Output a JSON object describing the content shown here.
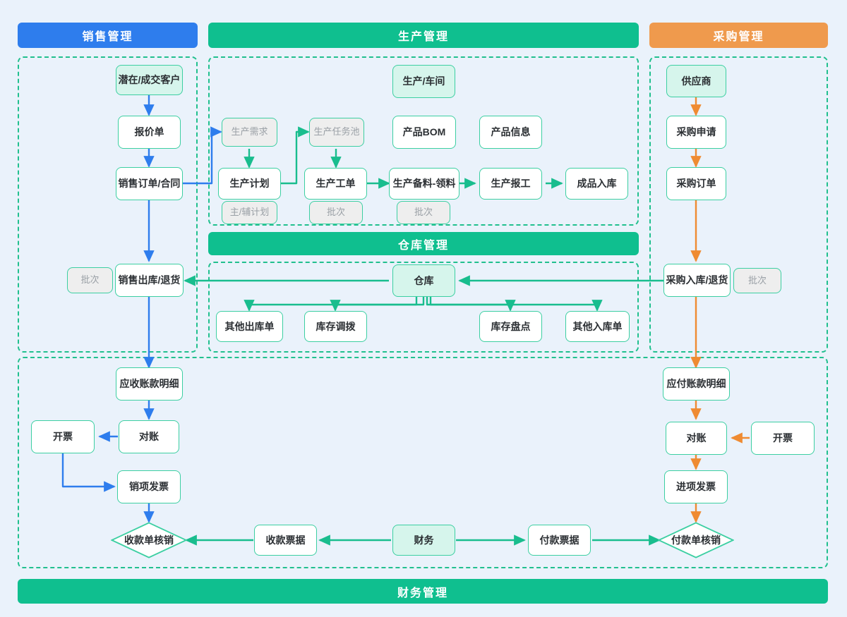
{
  "diagram": {
    "title": "ERP Business Flow Map",
    "background": "#eaf2fb",
    "colors": {
      "sales_accent": "#2e7ded",
      "production_accent": "#0fbf8f",
      "purchase_accent": "#ef9a4d",
      "node_border": "#3ccfa2",
      "mint_fill": "#d6f5ec",
      "tag_fill": "#eeeeee",
      "tag_text": "#9aa0a6",
      "dashed_border": "#21c08e"
    }
  },
  "banners": {
    "sales": "销售管理",
    "production": "生产管理",
    "purchase": "采购管理",
    "warehouse": "仓库管理",
    "finance": "财务管理"
  },
  "sales": {
    "nodes": [
      {
        "id": "customer",
        "label": "潜在/成交客户"
      },
      {
        "id": "quotation",
        "label": "报价单"
      },
      {
        "id": "sales_order",
        "label": "销售订单/合同"
      },
      {
        "id": "sales_outbound",
        "label": "销售出库/退货"
      },
      {
        "id": "sales_batch",
        "label": "批次"
      }
    ]
  },
  "production": {
    "nodes": [
      {
        "id": "workshop",
        "label": "生产/车间"
      },
      {
        "id": "prod_demand",
        "label": "生产需求"
      },
      {
        "id": "task_pool",
        "label": "生产任务池"
      },
      {
        "id": "product_bom",
        "label": "产品BOM"
      },
      {
        "id": "product_info",
        "label": "产品信息"
      },
      {
        "id": "prod_plan",
        "label": "生产计划"
      },
      {
        "id": "work_order",
        "label": "生产工单"
      },
      {
        "id": "prep_pick",
        "label": "生产备料-领料"
      },
      {
        "id": "prod_report",
        "label": "生产报工"
      },
      {
        "id": "fg_inbound",
        "label": "成品入库"
      },
      {
        "id": "plan_tag",
        "label": "主/辅计划"
      },
      {
        "id": "wo_tag",
        "label": "批次"
      },
      {
        "id": "pick_tag",
        "label": "批次"
      }
    ]
  },
  "purchase": {
    "nodes": [
      {
        "id": "supplier",
        "label": "供应商"
      },
      {
        "id": "purchase_req",
        "label": "采购申请"
      },
      {
        "id": "purchase_order",
        "label": "采购订单"
      },
      {
        "id": "purchase_inbound",
        "label": "采购入库/退货"
      },
      {
        "id": "purchase_batch",
        "label": "批次"
      }
    ]
  },
  "warehouse": {
    "nodes": [
      {
        "id": "warehouse",
        "label": "仓库"
      },
      {
        "id": "other_out",
        "label": "其他出库单"
      },
      {
        "id": "stock_transfer",
        "label": "库存调拨"
      },
      {
        "id": "stock_count",
        "label": "库存盘点"
      },
      {
        "id": "other_in",
        "label": "其他入库单"
      }
    ]
  },
  "finance": {
    "nodes": [
      {
        "id": "ar_detail",
        "label": "应收账款明细"
      },
      {
        "id": "ar_reconcile",
        "label": "对账"
      },
      {
        "id": "ar_invoicing",
        "label": "开票"
      },
      {
        "id": "output_invoice",
        "label": "销项发票"
      },
      {
        "id": "receipt_writeoff",
        "label": "收款单核销"
      },
      {
        "id": "receipt_doc",
        "label": "收款票据"
      },
      {
        "id": "finance_center",
        "label": "财务"
      },
      {
        "id": "payment_doc",
        "label": "付款票据"
      },
      {
        "id": "payment_writeoff",
        "label": "付款单核销"
      },
      {
        "id": "ap_detail",
        "label": "应付账款明细"
      },
      {
        "id": "ap_reconcile",
        "label": "对账"
      },
      {
        "id": "ap_invoicing",
        "label": "开票"
      },
      {
        "id": "input_invoice",
        "label": "进项发票"
      }
    ]
  }
}
